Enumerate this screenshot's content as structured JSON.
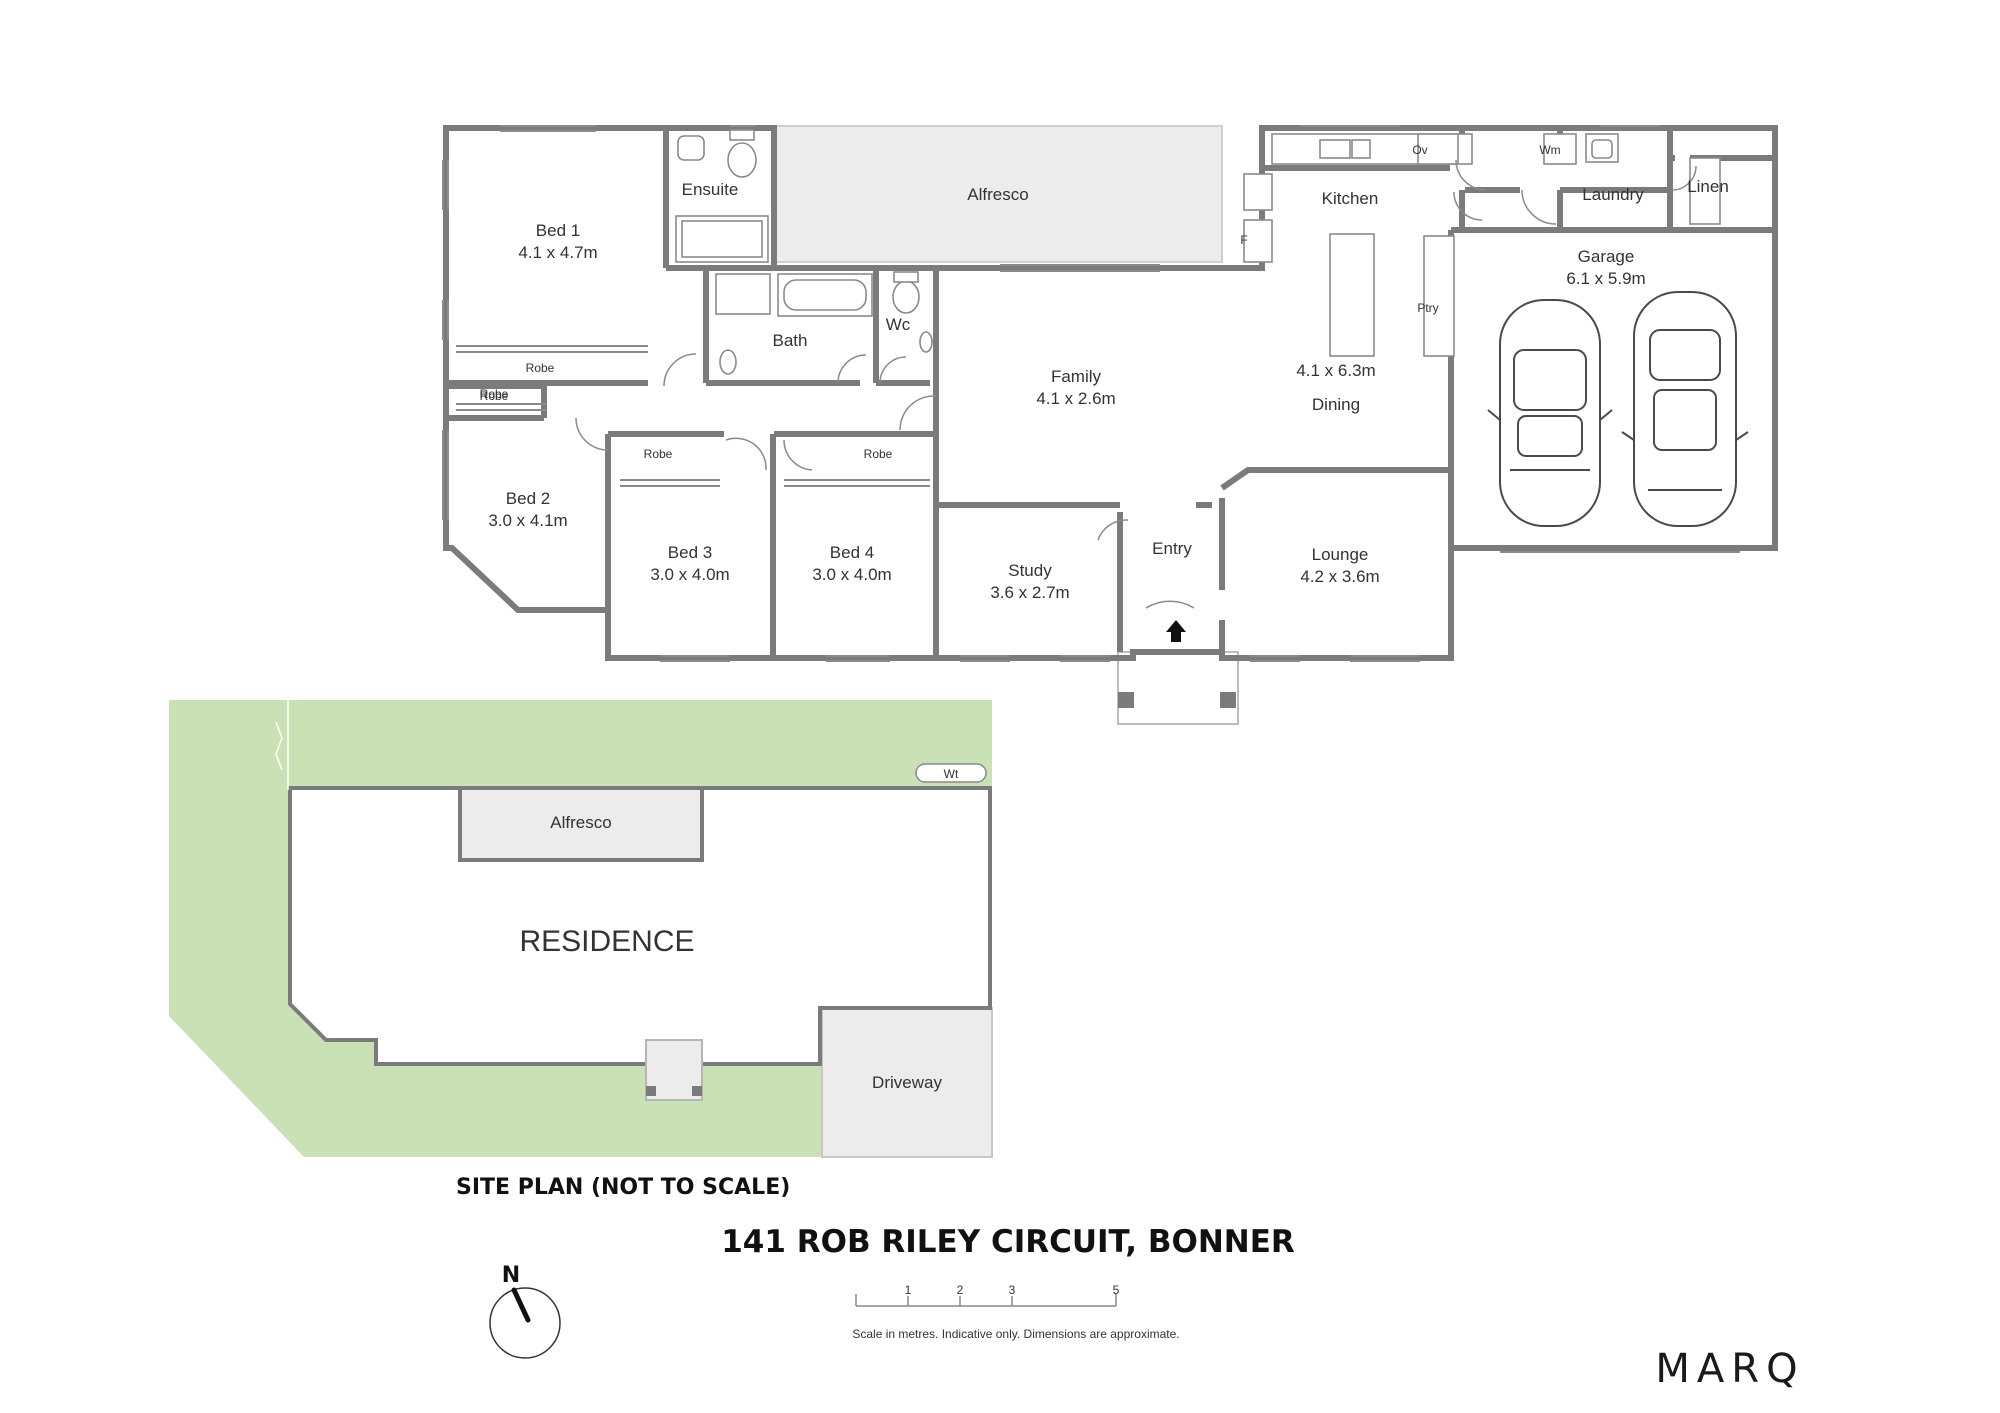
{
  "rooms": {
    "bed1": {
      "name": "Bed 1",
      "dim": "4.1 x 4.7m"
    },
    "bed2": {
      "name": "Bed 2",
      "dim": "3.0 x 4.1m"
    },
    "bed3": {
      "name": "Bed 3",
      "dim": "3.0 x 4.0m"
    },
    "bed4": {
      "name": "Bed 4",
      "dim": "3.0 x 4.0m"
    },
    "ensuite": "Ensuite",
    "alfresco": "Alfresco",
    "bath": "Bath",
    "wc": "Wc",
    "robe": "Robe",
    "family": {
      "name": "Family",
      "dim": "4.1 x 2.6m"
    },
    "kitchen": "Kitchen",
    "dining": {
      "name": "Dining",
      "dim": "4.1 x 6.3m"
    },
    "ptry": "Ptry",
    "oven": "Ov",
    "fridge": "F",
    "washer": "Wm",
    "laundry": "Laundry",
    "linen": "Linen",
    "garage": {
      "name": "Garage",
      "dim": "6.1 x 5.9m"
    },
    "study": {
      "name": "Study",
      "dim": "3.6 x 2.7m"
    },
    "entry": "Entry",
    "lounge": {
      "name": "Lounge",
      "dim": "4.2 x 3.6m"
    }
  },
  "site": {
    "water_tank": "Wt",
    "alfresco": "Alfresco",
    "residence": "RESIDENCE",
    "driveway": "Driveway",
    "caption": "SITE PLAN (NOT TO SCALE)"
  },
  "address": "141 ROB RILEY CIRCUIT, BONNER",
  "compass": {
    "label": "N"
  },
  "scale": {
    "ticks": [
      "1",
      "2",
      "3",
      "5"
    ],
    "note": "Scale in metres. Indicative only. Dimensions are approximate."
  },
  "brand": "MARQ",
  "colors": {
    "lawn": "#c9e1b4",
    "alfresco": "#ececec",
    "wall": "#7b7b7b"
  }
}
